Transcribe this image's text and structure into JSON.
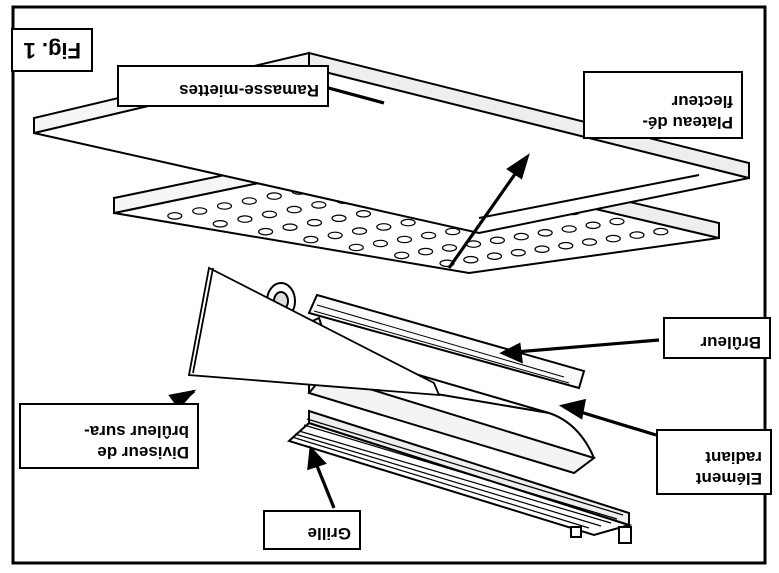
{
  "figure": {
    "label": "Fig. 1"
  },
  "parts": [
    {
      "id": "ramasse",
      "text": "Ramasse-miettes"
    },
    {
      "id": "plateau",
      "text": "Plateau dé-\nflecteur"
    },
    {
      "id": "bruleur",
      "text": "Brûleur"
    },
    {
      "id": "element",
      "text": "Elément\nradiant"
    },
    {
      "id": "grille",
      "text": "Grille"
    },
    {
      "id": "diviseur",
      "text": "Diviseur de\nbrûleur sura-"
    }
  ],
  "colors": {
    "ink": "#000000",
    "paper": "#ffffff",
    "shade": "#dddddd"
  }
}
